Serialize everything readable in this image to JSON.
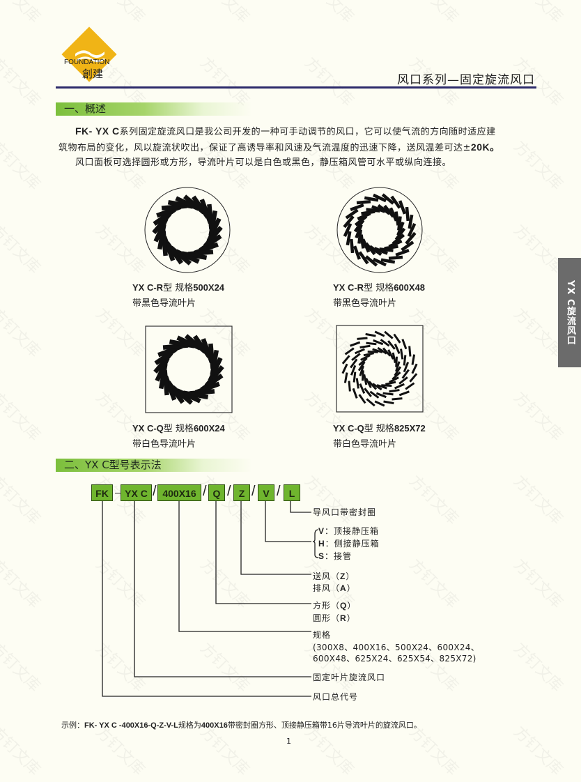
{
  "header": {
    "logo_en": "FOUNDATION",
    "logo_cn": "創建",
    "title": "风口系列—固定旋流风口",
    "rule_color": "#2c2a6a",
    "logo_color": "#f0b416"
  },
  "side_tab": {
    "label": "YX C旋流风口",
    "color": "#6b6b6b"
  },
  "section1": {
    "heading": "一、概述",
    "para1_bold": "FK- YX  C",
    "para1_text": "系列固定旋流风口是我公司开发的一种可手动调节的风口，它可以使气流的方向随时适应建",
    "para2_text": "筑物布局的变化，风以旋流状吹出，保证了高诱导率和风速及气流温度的迅速下降，送风温差可达±",
    "para2_bold": "20K。",
    "para3_text": "风口面板可选择圆形或方形，导流叶片可以是白色或黑色，静压箱风管可水平或纵向连接。"
  },
  "products": [
    {
      "model_bold": "YX  C-R",
      "model_suffix": "型   规格",
      "spec": "500X24",
      "desc": "带黑色导流叶片",
      "shape": "round",
      "blades": 24
    },
    {
      "model_bold": "YX  C-R",
      "model_suffix": "型   规格",
      "spec": "600X48",
      "desc": "带黑色导流叶片",
      "shape": "round",
      "blades": 48
    },
    {
      "model_bold": "YX  C-Q",
      "model_suffix": "型   规格",
      "spec": "600X24",
      "desc": "带白色导流叶片",
      "shape": "square",
      "blades": 24
    },
    {
      "model_bold": "YX  C-Q",
      "model_suffix": "型   规格",
      "spec": "825X72",
      "desc": "带白色导流叶片",
      "shape": "square",
      "blades": 72
    }
  ],
  "section2": {
    "heading": "二、YX  C型号表示法",
    "codes": [
      "FK",
      "YX  C",
      "400X16",
      "Q",
      "Z",
      "V",
      "L"
    ],
    "separators": [
      "—",
      "/",
      "/",
      "/",
      "/",
      "/"
    ],
    "box_color": "#6fb52e",
    "labels": {
      "L": "导风口带密封圈",
      "V_opts": [
        {
          "key": "V",
          "text": "：顶接静压箱"
        },
        {
          "key": "H",
          "text": "：侧接静压箱"
        },
        {
          "key": "S",
          "text": "：接管"
        }
      ],
      "Z_opts": [
        {
          "text": "送风（",
          "key": "Z",
          "end": "）"
        },
        {
          "text": "排风（",
          "key": "A",
          "end": "）"
        }
      ],
      "Q_opts": [
        {
          "text": "方形（",
          "key": "Q",
          "end": "）"
        },
        {
          "text": "圆形（",
          "key": "R",
          "end": "）"
        }
      ],
      "spec_title": "规格",
      "spec_line1": "(300X8、400X16、500X24、600X24、",
      "spec_line2": "600X48、625X24、625X54、825X72)",
      "YXC": "固定叶片旋流风口",
      "FK": "风口总代号"
    }
  },
  "example": {
    "prefix": "示例：",
    "code": "FK- YX  C -400X16-Q-Z-V-L",
    "mid": "规格为",
    "spec": "400X16",
    "suffix": "带密封圈方形、顶接静压箱带16片导流叶片的旋流风口。"
  },
  "page_number": "1",
  "watermark": "方钉文库"
}
